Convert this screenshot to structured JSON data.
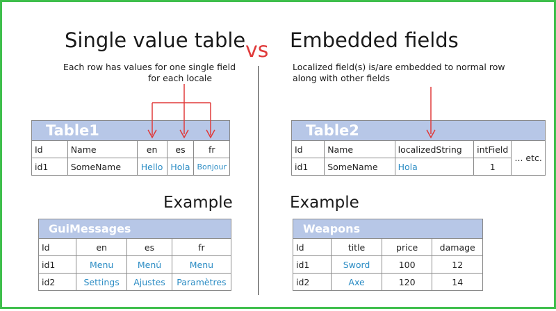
{
  "left_title": "Single value table",
  "vs_label": "vs",
  "right_title": "Embedded fields",
  "left_note_line1": "Each row has values for one single field",
  "left_note_line2": "for each locale",
  "right_note_line1": "Localized field(s) is/are embedded to normal row",
  "right_note_line2": "along with other fields",
  "example_left": "Example",
  "example_right": "Example",
  "table1": {
    "name": "Table1",
    "headers": [
      "Id",
      "Name",
      "en",
      "es",
      "fr"
    ],
    "row": [
      "id1",
      "SomeName",
      "Hello",
      "Hola",
      "Bonjour"
    ]
  },
  "table2": {
    "name": "Table2",
    "headers": [
      "Id",
      "Name",
      "localizedString",
      "intField"
    ],
    "etc": "... etc.",
    "row": [
      "id1",
      "SomeName",
      "Hola",
      "1"
    ]
  },
  "gui": {
    "name": "GuiMessages",
    "headers": [
      "Id",
      "en",
      "es",
      "fr"
    ],
    "rows": [
      [
        "id1",
        "Menu",
        "Menú",
        "Menu"
      ],
      [
        "id2",
        "Settings",
        "Ajustes",
        "Paramètres"
      ]
    ]
  },
  "weapons": {
    "name": "Weapons",
    "headers": [
      "Id",
      "title",
      "price",
      "damage"
    ],
    "rows": [
      [
        "id1",
        "Sword",
        "100",
        "12"
      ],
      [
        "id2",
        "Axe",
        "120",
        "14"
      ]
    ]
  },
  "colors": {
    "frame": "#3fbf4c",
    "header_fill": "#b7c7e7",
    "arrow": "#e03a3a",
    "value_text": "#2b8cc4"
  }
}
